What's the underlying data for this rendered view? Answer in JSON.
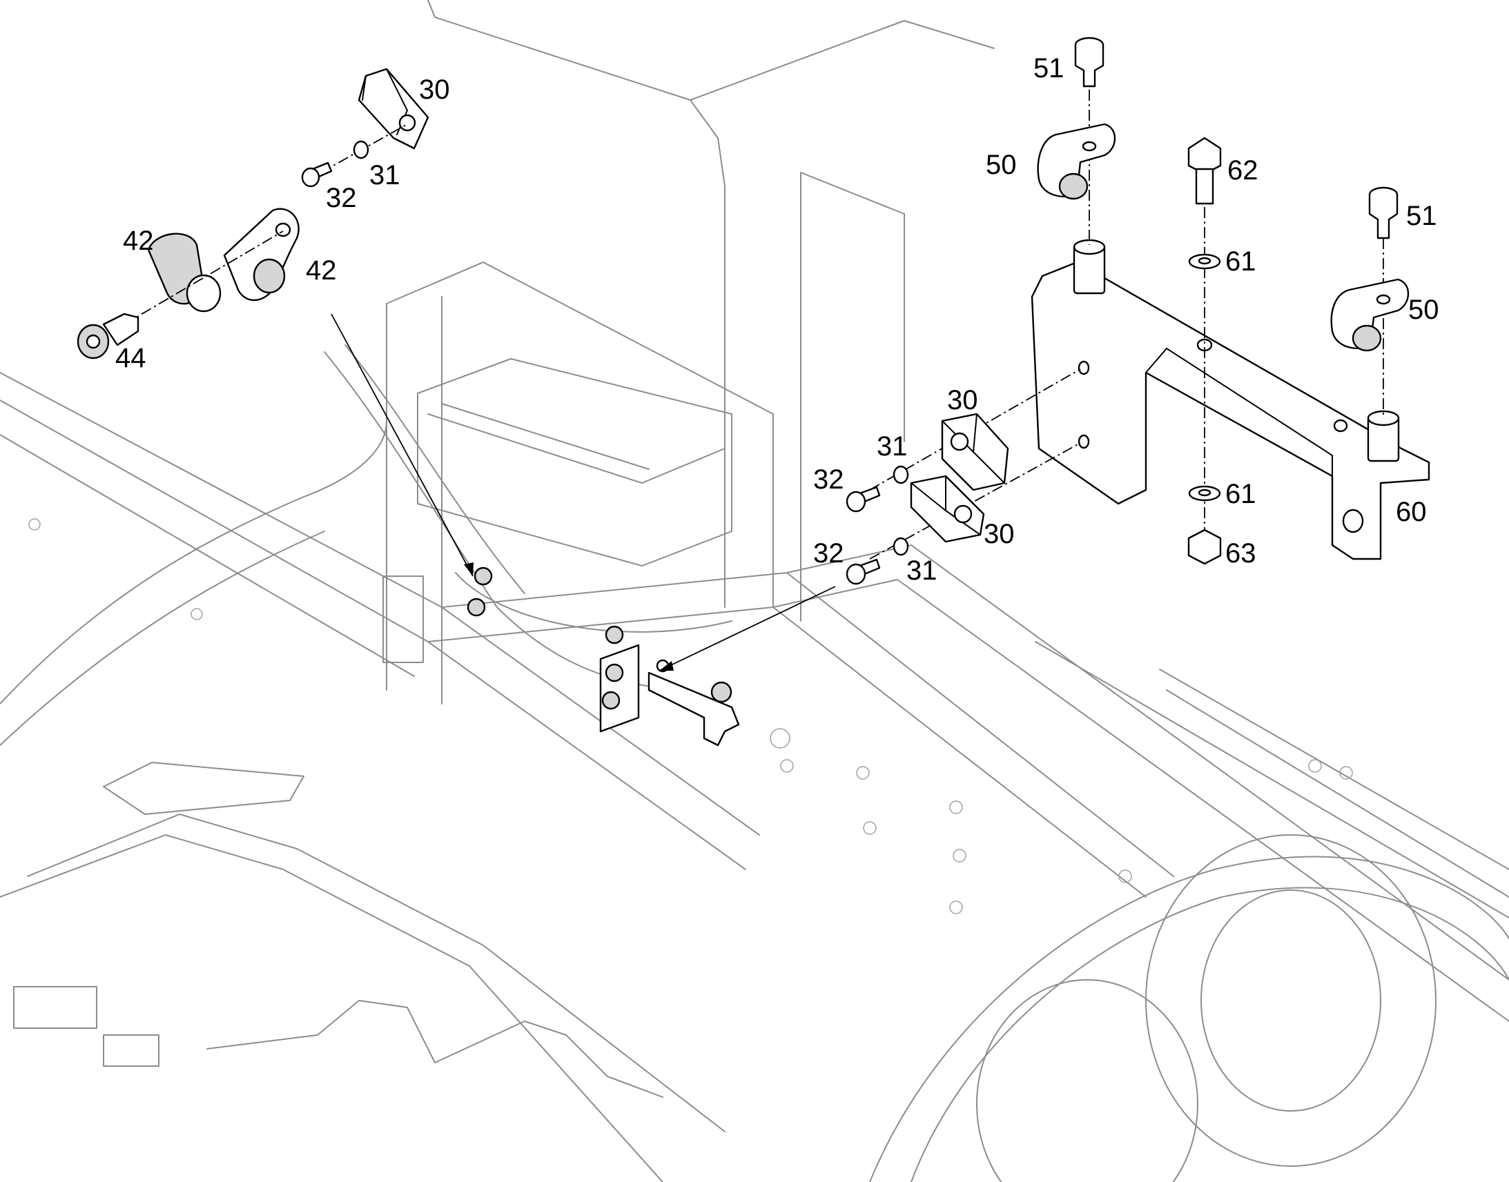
{
  "callouts": {
    "c30_top": "30",
    "c31_top": "31",
    "c32_top": "32",
    "c42_left": "42",
    "c42_right": "42",
    "c44": "44",
    "c51_top": "51",
    "c50_top": "50",
    "c62": "62",
    "c61_top": "61",
    "c51_right": "51",
    "c50_right": "50",
    "c30_mid": "30",
    "c31_mid": "31",
    "c32_mid": "32",
    "c30_low": "30",
    "c32_low": "32",
    "c31_low": "31",
    "c61_low": "61",
    "c60": "60",
    "c63": "63"
  }
}
